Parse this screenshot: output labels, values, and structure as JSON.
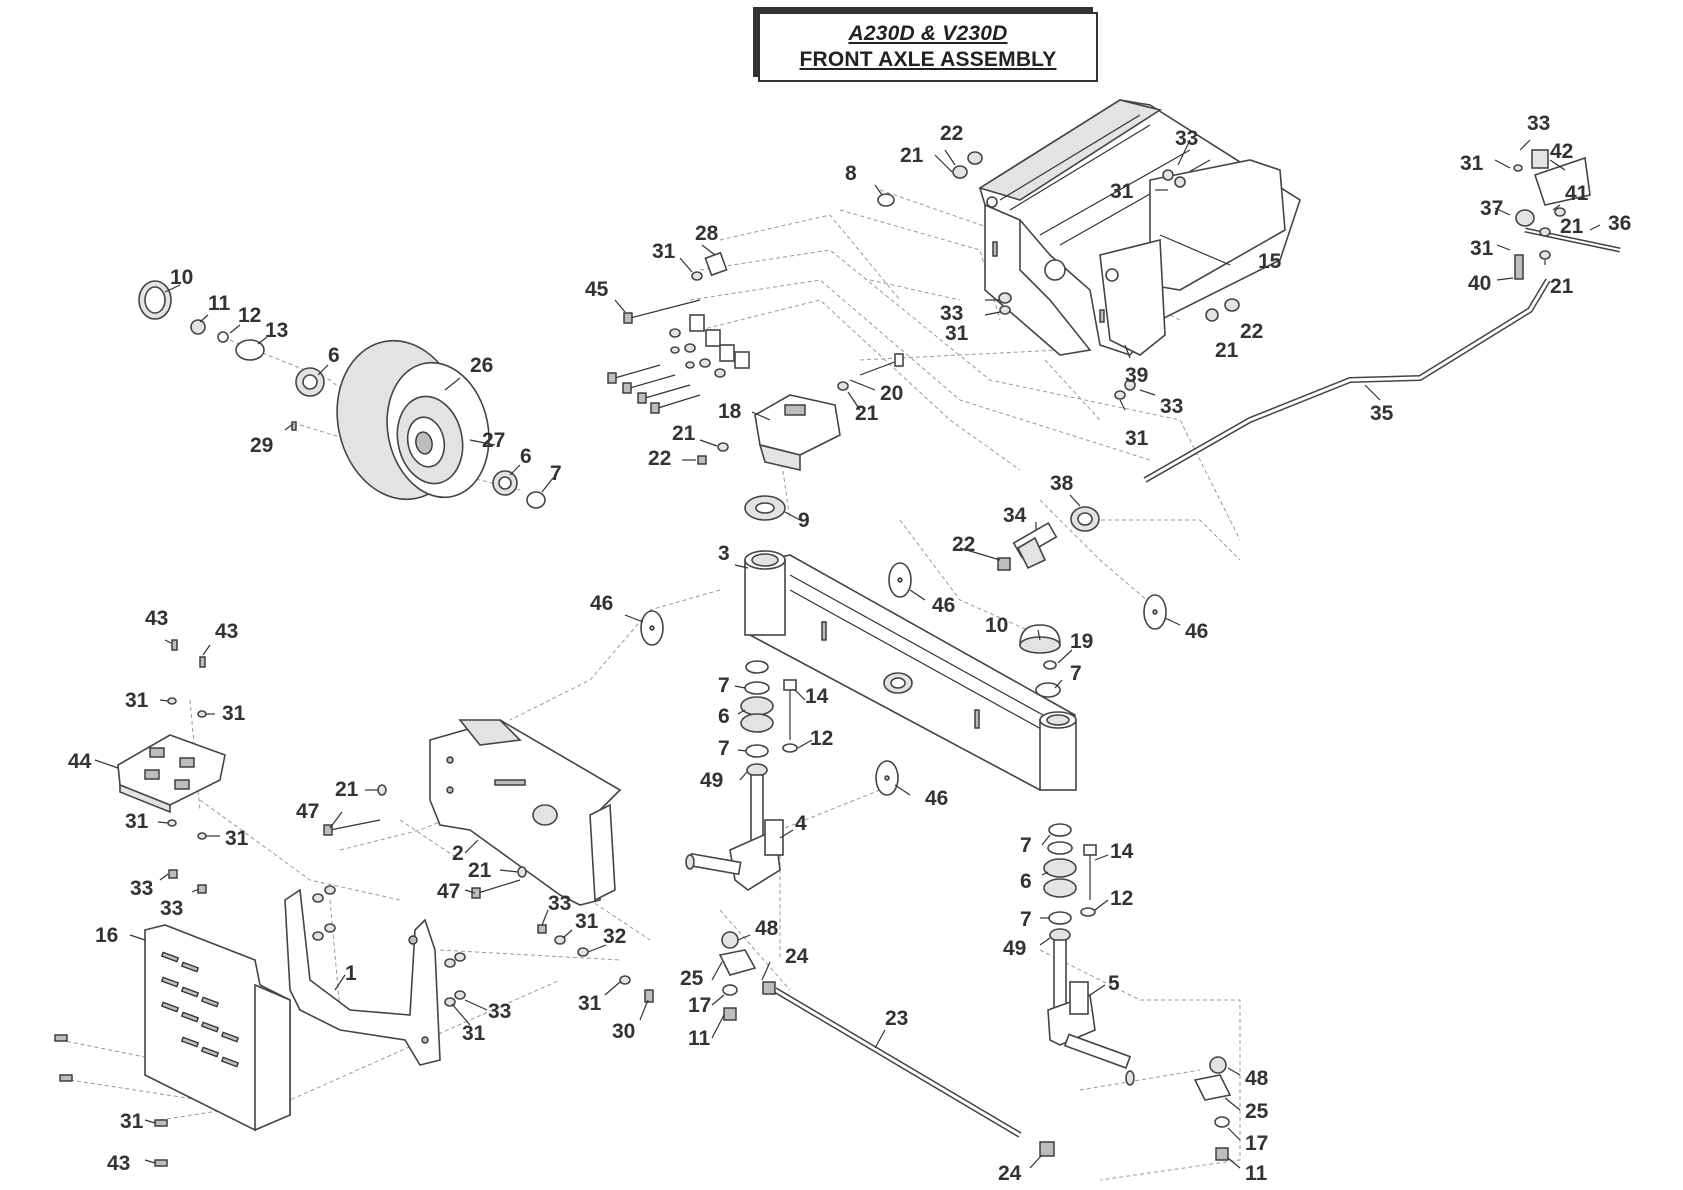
{
  "title": {
    "model": "A230D & V230D",
    "name": "FRONT AXLE ASSEMBLY"
  },
  "callouts": [
    {
      "id": "c-22a",
      "text": "22"
    },
    {
      "id": "c-21a",
      "text": "21"
    },
    {
      "id": "c-33a",
      "text": "33"
    },
    {
      "id": "c-31a",
      "text": "31"
    },
    {
      "id": "c-8",
      "text": "8"
    },
    {
      "id": "c-15",
      "text": "15"
    },
    {
      "id": "c-33b",
      "text": "33"
    },
    {
      "id": "c-31b",
      "text": "31"
    },
    {
      "id": "c-22b",
      "text": "22"
    },
    {
      "id": "c-21b",
      "text": "21"
    },
    {
      "id": "c-39",
      "text": "39"
    },
    {
      "id": "c-33c",
      "text": "33"
    },
    {
      "id": "c-31c",
      "text": "31"
    },
    {
      "id": "c-33d",
      "text": "33"
    },
    {
      "id": "c-31d",
      "text": "31"
    },
    {
      "id": "c-42",
      "text": "42"
    },
    {
      "id": "c-41",
      "text": "41"
    },
    {
      "id": "c-37",
      "text": "37"
    },
    {
      "id": "c-21c",
      "text": "21"
    },
    {
      "id": "c-36",
      "text": "36"
    },
    {
      "id": "c-31e",
      "text": "31"
    },
    {
      "id": "c-40",
      "text": "40"
    },
    {
      "id": "c-21d",
      "text": "21"
    },
    {
      "id": "c-35",
      "text": "35"
    },
    {
      "id": "c-28",
      "text": "28"
    },
    {
      "id": "c-31f",
      "text": "31"
    },
    {
      "id": "c-45",
      "text": "45"
    },
    {
      "id": "c-20",
      "text": "20"
    },
    {
      "id": "c-21e",
      "text": "21"
    },
    {
      "id": "c-18",
      "text": "18"
    },
    {
      "id": "c-21f",
      "text": "21"
    },
    {
      "id": "c-22c",
      "text": "22"
    },
    {
      "id": "c-10a",
      "text": "10"
    },
    {
      "id": "c-11a",
      "text": "11"
    },
    {
      "id": "c-12a",
      "text": "12"
    },
    {
      "id": "c-13",
      "text": "13"
    },
    {
      "id": "c-6a",
      "text": "6"
    },
    {
      "id": "c-26",
      "text": "26"
    },
    {
      "id": "c-29",
      "text": "29"
    },
    {
      "id": "c-27",
      "text": "27"
    },
    {
      "id": "c-6b",
      "text": "6"
    },
    {
      "id": "c-7a",
      "text": "7"
    },
    {
      "id": "c-9",
      "text": "9"
    },
    {
      "id": "c-38",
      "text": "38"
    },
    {
      "id": "c-34",
      "text": "34"
    },
    {
      "id": "c-22d",
      "text": "22"
    },
    {
      "id": "c-3",
      "text": "3"
    },
    {
      "id": "c-46a",
      "text": "46"
    },
    {
      "id": "c-46b",
      "text": "46"
    },
    {
      "id": "c-46c",
      "text": "46"
    },
    {
      "id": "c-10b",
      "text": "10"
    },
    {
      "id": "c-19",
      "text": "19"
    },
    {
      "id": "c-7b",
      "text": "7"
    },
    {
      "id": "c-43a",
      "text": "43"
    },
    {
      "id": "c-43b",
      "text": "43"
    },
    {
      "id": "c-31g",
      "text": "31"
    },
    {
      "id": "c-31h",
      "text": "31"
    },
    {
      "id": "c-44",
      "text": "44"
    },
    {
      "id": "c-31i",
      "text": "31"
    },
    {
      "id": "c-31j",
      "text": "31"
    },
    {
      "id": "c-33e",
      "text": "33"
    },
    {
      "id": "c-33f",
      "text": "33"
    },
    {
      "id": "c-7c",
      "text": "7"
    },
    {
      "id": "c-14a",
      "text": "14"
    },
    {
      "id": "c-6c",
      "text": "6"
    },
    {
      "id": "c-12b",
      "text": "12"
    },
    {
      "id": "c-7d",
      "text": "7"
    },
    {
      "id": "c-49a",
      "text": "49"
    },
    {
      "id": "c-4",
      "text": "4"
    },
    {
      "id": "c-21g",
      "text": "21"
    },
    {
      "id": "c-47a",
      "text": "47"
    },
    {
      "id": "c-2",
      "text": "2"
    },
    {
      "id": "c-21h",
      "text": "21"
    },
    {
      "id": "c-47b",
      "text": "47"
    },
    {
      "id": "c-33g",
      "text": "33"
    },
    {
      "id": "c-31k",
      "text": "31"
    },
    {
      "id": "c-32",
      "text": "32"
    },
    {
      "id": "c-31l",
      "text": "31"
    },
    {
      "id": "c-30",
      "text": "30"
    },
    {
      "id": "c-16",
      "text": "16"
    },
    {
      "id": "c-1",
      "text": "1"
    },
    {
      "id": "c-33h",
      "text": "33"
    },
    {
      "id": "c-31m",
      "text": "31"
    },
    {
      "id": "c-46d",
      "text": "46"
    },
    {
      "id": "c-7e",
      "text": "7"
    },
    {
      "id": "c-14b",
      "text": "14"
    },
    {
      "id": "c-6d",
      "text": "6"
    },
    {
      "id": "c-12c",
      "text": "12"
    },
    {
      "id": "c-7f",
      "text": "7"
    },
    {
      "id": "c-49b",
      "text": "49"
    },
    {
      "id": "c-5",
      "text": "5"
    },
    {
      "id": "c-48a",
      "text": "48"
    },
    {
      "id": "c-25a",
      "text": "25"
    },
    {
      "id": "c-24a",
      "text": "24"
    },
    {
      "id": "c-17a",
      "text": "17"
    },
    {
      "id": "c-11b",
      "text": "11"
    },
    {
      "id": "c-23",
      "text": "23"
    },
    {
      "id": "c-24b",
      "text": "24"
    },
    {
      "id": "c-48b",
      "text": "48"
    },
    {
      "id": "c-25b",
      "text": "25"
    },
    {
      "id": "c-17b",
      "text": "17"
    },
    {
      "id": "c-11c",
      "text": "11"
    },
    {
      "id": "c-31n",
      "text": "31"
    },
    {
      "id": "c-43c",
      "text": "43"
    }
  ]
}
